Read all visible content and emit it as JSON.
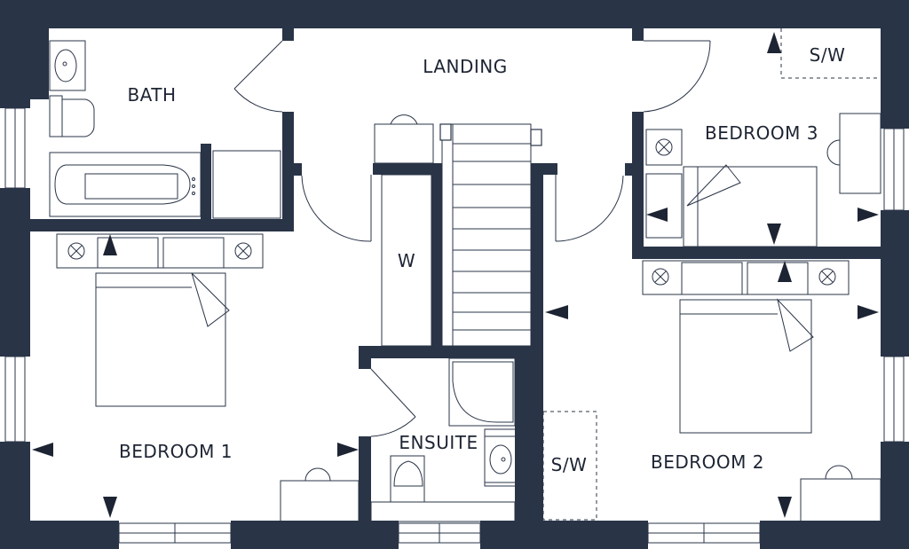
{
  "rooms": {
    "landing": "LANDING",
    "bath": "BATH",
    "bedroom_1": "BEDROOM 1",
    "bedroom_2": "BEDROOM 2",
    "bedroom_3": "BEDROOM 3",
    "ensuite": "ENSUITE",
    "wardrobe": "W",
    "sw_bedroom_2": "S/W",
    "sw_bedroom_3": "S/W"
  },
  "colors": {
    "wall": "#2a3447",
    "background": "#ffffff"
  }
}
